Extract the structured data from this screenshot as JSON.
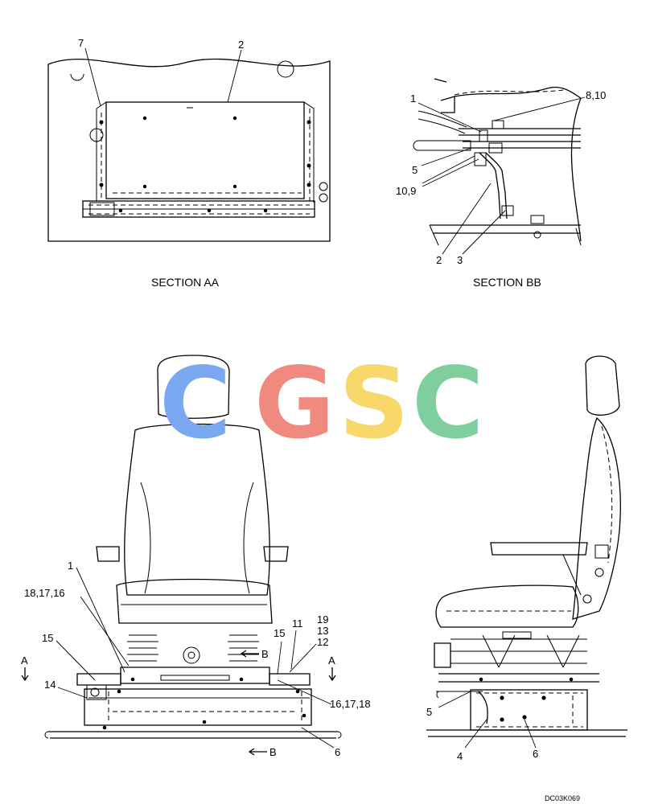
{
  "section_aa": {
    "caption": "SECTION AA",
    "callouts": [
      "7",
      "2"
    ]
  },
  "section_bb": {
    "caption": "SECTION BB",
    "callouts": [
      "1",
      "8,10",
      "5",
      "10,9",
      "2",
      "3"
    ]
  },
  "front_view": {
    "callouts": [
      "1",
      "18,17,16",
      "15",
      "14",
      "19",
      "13",
      "11",
      "12",
      "15",
      "16,17,18",
      "6"
    ],
    "view_markers": [
      "A",
      "A",
      "B",
      "B"
    ]
  },
  "side_view": {
    "callouts": [
      "5",
      "4",
      "6"
    ]
  },
  "watermark": {
    "text": "CGSC",
    "colors": [
      "#7aa8f0",
      "#f08a7e",
      "#f8d86a",
      "#7fcf9e"
    ]
  },
  "drawing_code": "DC03K069"
}
